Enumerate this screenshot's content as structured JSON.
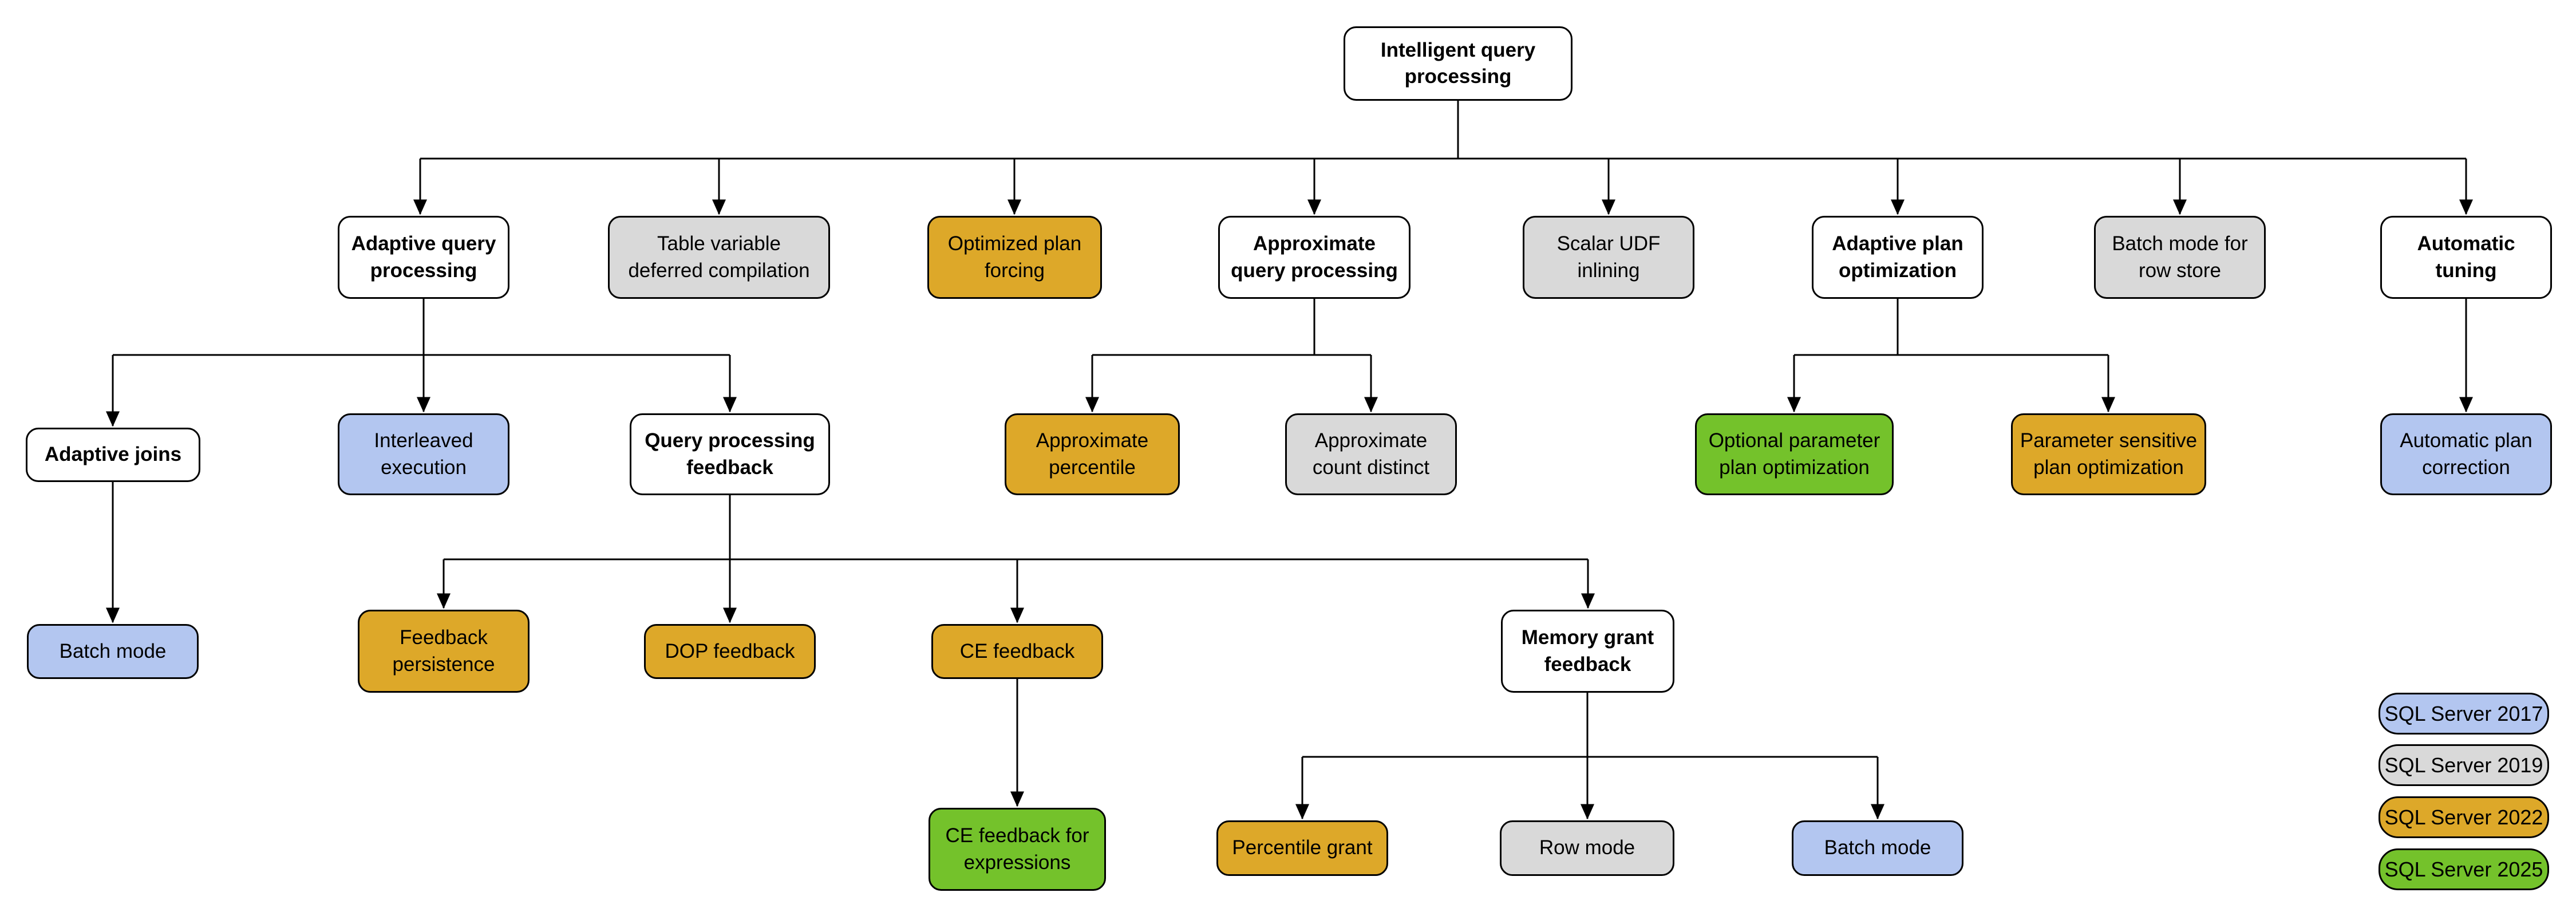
{
  "diagram": {
    "title": "Intelligent query processing",
    "type": "feature-family-tree"
  },
  "colors": {
    "none": "#ffffff",
    "2017": "#b3c6f0",
    "2019": "#d9d9d9",
    "2022": "#dda829",
    "2025": "#74c22b",
    "border": "#000000",
    "connector": "#000000"
  },
  "nodes": [
    {
      "id": "iqp",
      "label": "Intelligent query\nprocessing",
      "version": "none"
    },
    {
      "id": "aqp",
      "label": "Adaptive query\nprocessing",
      "version": "none"
    },
    {
      "id": "tvdc",
      "label": "Table variable\ndeferred compilation",
      "version": "2019"
    },
    {
      "id": "opf",
      "label": "Optimized plan\nforcing",
      "version": "2022"
    },
    {
      "id": "aqproc",
      "label": "Approximate\nquery processing",
      "version": "none"
    },
    {
      "id": "sudf",
      "label": "Scalar UDF\ninlining",
      "version": "2019"
    },
    {
      "id": "apo",
      "label": "Adaptive plan\noptimization",
      "version": "none"
    },
    {
      "id": "bmrs",
      "label": "Batch mode for\nrow store",
      "version": "2019"
    },
    {
      "id": "at",
      "label": "Automatic\ntuning",
      "version": "none"
    },
    {
      "id": "aj",
      "label": "Adaptive joins",
      "version": "none"
    },
    {
      "id": "ie",
      "label": "Interleaved\nexecution",
      "version": "2017"
    },
    {
      "id": "qpf",
      "label": "Query processing\nfeedback",
      "version": "none"
    },
    {
      "id": "ap",
      "label": "Approximate\npercentile",
      "version": "2022"
    },
    {
      "id": "acd",
      "label": "Approximate\ncount distinct",
      "version": "2019"
    },
    {
      "id": "oppo",
      "label": "Optional parameter\nplan optimization",
      "version": "2025"
    },
    {
      "id": "pspo",
      "label": "Parameter sensitive\nplan optimization",
      "version": "2022"
    },
    {
      "id": "apc",
      "label": "Automatic plan\ncorrection",
      "version": "2017"
    },
    {
      "id": "bm1",
      "label": "Batch mode",
      "version": "2017"
    },
    {
      "id": "fp",
      "label": "Feedback\npersistence",
      "version": "2022"
    },
    {
      "id": "dop",
      "label": "DOP feedback",
      "version": "2022"
    },
    {
      "id": "cef",
      "label": "CE feedback",
      "version": "2022"
    },
    {
      "id": "mgf",
      "label": "Memory grant\nfeedback",
      "version": "none"
    },
    {
      "id": "cefe",
      "label": "CE feedback for\nexpressions",
      "version": "2025"
    },
    {
      "id": "pg",
      "label": "Percentile grant",
      "version": "2022"
    },
    {
      "id": "rm",
      "label": "Row mode",
      "version": "2019"
    },
    {
      "id": "bm2",
      "label": "Batch mode",
      "version": "2017"
    }
  ],
  "legend": {
    "items": [
      {
        "label": "SQL Server 2017",
        "version": "2017"
      },
      {
        "label": "SQL Server 2019",
        "version": "2019"
      },
      {
        "label": "SQL Server 2022",
        "version": "2022"
      },
      {
        "label": "SQL Server 2025",
        "version": "2025"
      }
    ]
  }
}
